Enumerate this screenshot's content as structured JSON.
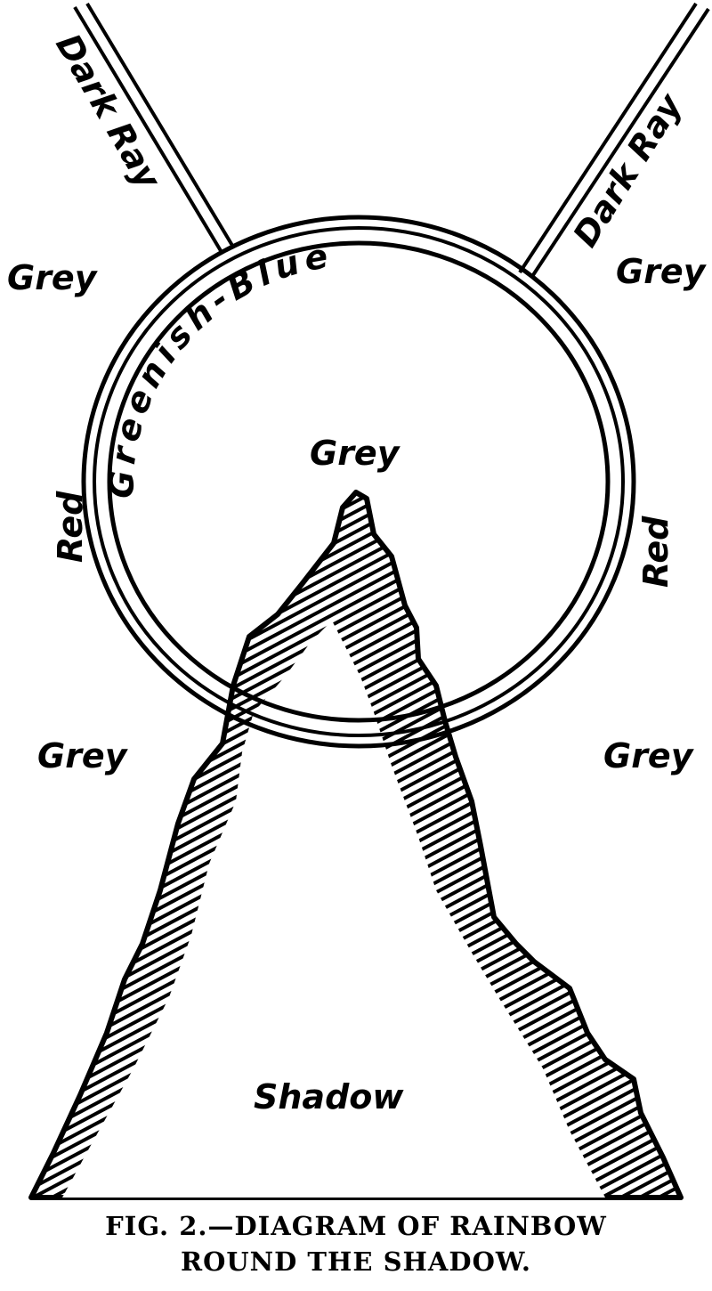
{
  "labels": {
    "dark_ray_left": "Dark Ray",
    "dark_ray_right": "Dark Ray",
    "grey_top_left": "Grey",
    "grey_top_right": "Grey",
    "grey_center": "Grey",
    "grey_bottom_left": "Grey",
    "grey_bottom_right": "Grey",
    "red_left": "Red",
    "red_right": "Red",
    "greenish_blue": "Greenish-Blue",
    "shadow": "Shadow"
  },
  "caption": {
    "line1": "FIG. 2.—DIAGRAM OF RAINBOW",
    "line2": "ROUND THE SHADOW."
  }
}
